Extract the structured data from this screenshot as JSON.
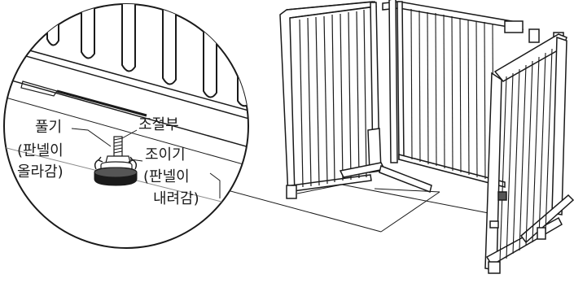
{
  "labels": {
    "release": "풀기",
    "release_note_1": "(판넬이",
    "release_note_2": "올라감)",
    "adjuster": "조절부",
    "tighten": "조이기",
    "tighten_note_1": "(판넬이",
    "tighten_note_2": "내려감)"
  },
  "colors": {
    "line": "#1a1a1a",
    "fill": "#ffffff",
    "shade": "#555555"
  }
}
